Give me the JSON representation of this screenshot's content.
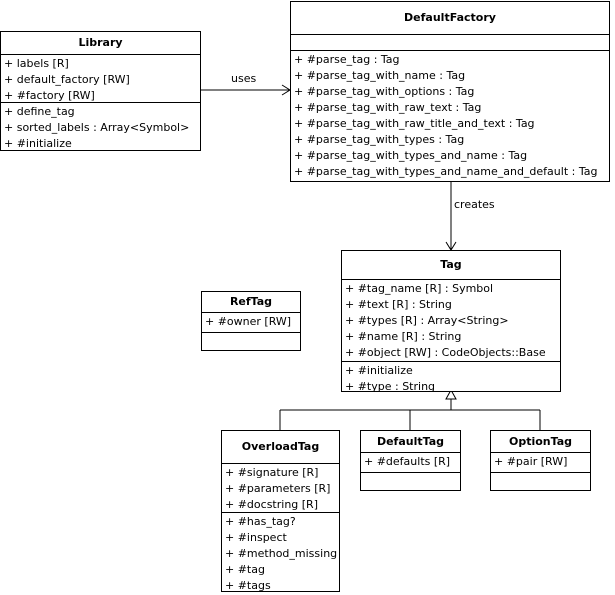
{
  "classes": {
    "library": {
      "name": "Library",
      "attributes": [
        "+ labels [R]",
        "+ default_factory [RW]",
        "+ #factory [RW]"
      ],
      "operations": [
        "+ define_tag",
        "+ sorted_labels : Array<Symbol>",
        "+ #initialize"
      ]
    },
    "default_factory": {
      "name": "DefaultFactory",
      "attributes": [],
      "operations": [
        "+ #parse_tag : Tag",
        "+ #parse_tag_with_name : Tag",
        "+ #parse_tag_with_options : Tag",
        "+ #parse_tag_with_raw_text : Tag",
        "+ #parse_tag_with_raw_title_and_text : Tag",
        "+ #parse_tag_with_types : Tag",
        "+ #parse_tag_with_types_and_name : Tag",
        "+ #parse_tag_with_types_and_name_and_default : Tag"
      ]
    },
    "tag": {
      "name": "Tag",
      "attributes": [
        "+ #tag_name [R] : Symbol",
        "+ #text [R] : String",
        "+ #types [R] : Array<String>",
        "+ #name [R] : String",
        "+ #object [RW] : CodeObjects::Base"
      ],
      "operations": [
        "+ #initialize",
        "+ #type : String"
      ]
    },
    "ref_tag": {
      "name": "RefTag",
      "attributes": [
        "+ #owner [RW]"
      ],
      "operations": []
    },
    "overload_tag": {
      "name": "OverloadTag",
      "attributes": [
        "+ #signature [R]",
        "+ #parameters [R]",
        "+ #docstring [R]"
      ],
      "operations": [
        "+ #has_tag?",
        "+ #inspect",
        "+ #method_missing",
        "+ #tag",
        "+ #tags"
      ]
    },
    "default_tag": {
      "name": "DefaultTag",
      "attributes": [
        "+ #defaults [R]"
      ],
      "operations": []
    },
    "option_tag": {
      "name": "OptionTag",
      "attributes": [
        "+ #pair [RW]"
      ],
      "operations": []
    }
  },
  "relations": {
    "uses_label": "uses",
    "creates_label": "creates"
  }
}
